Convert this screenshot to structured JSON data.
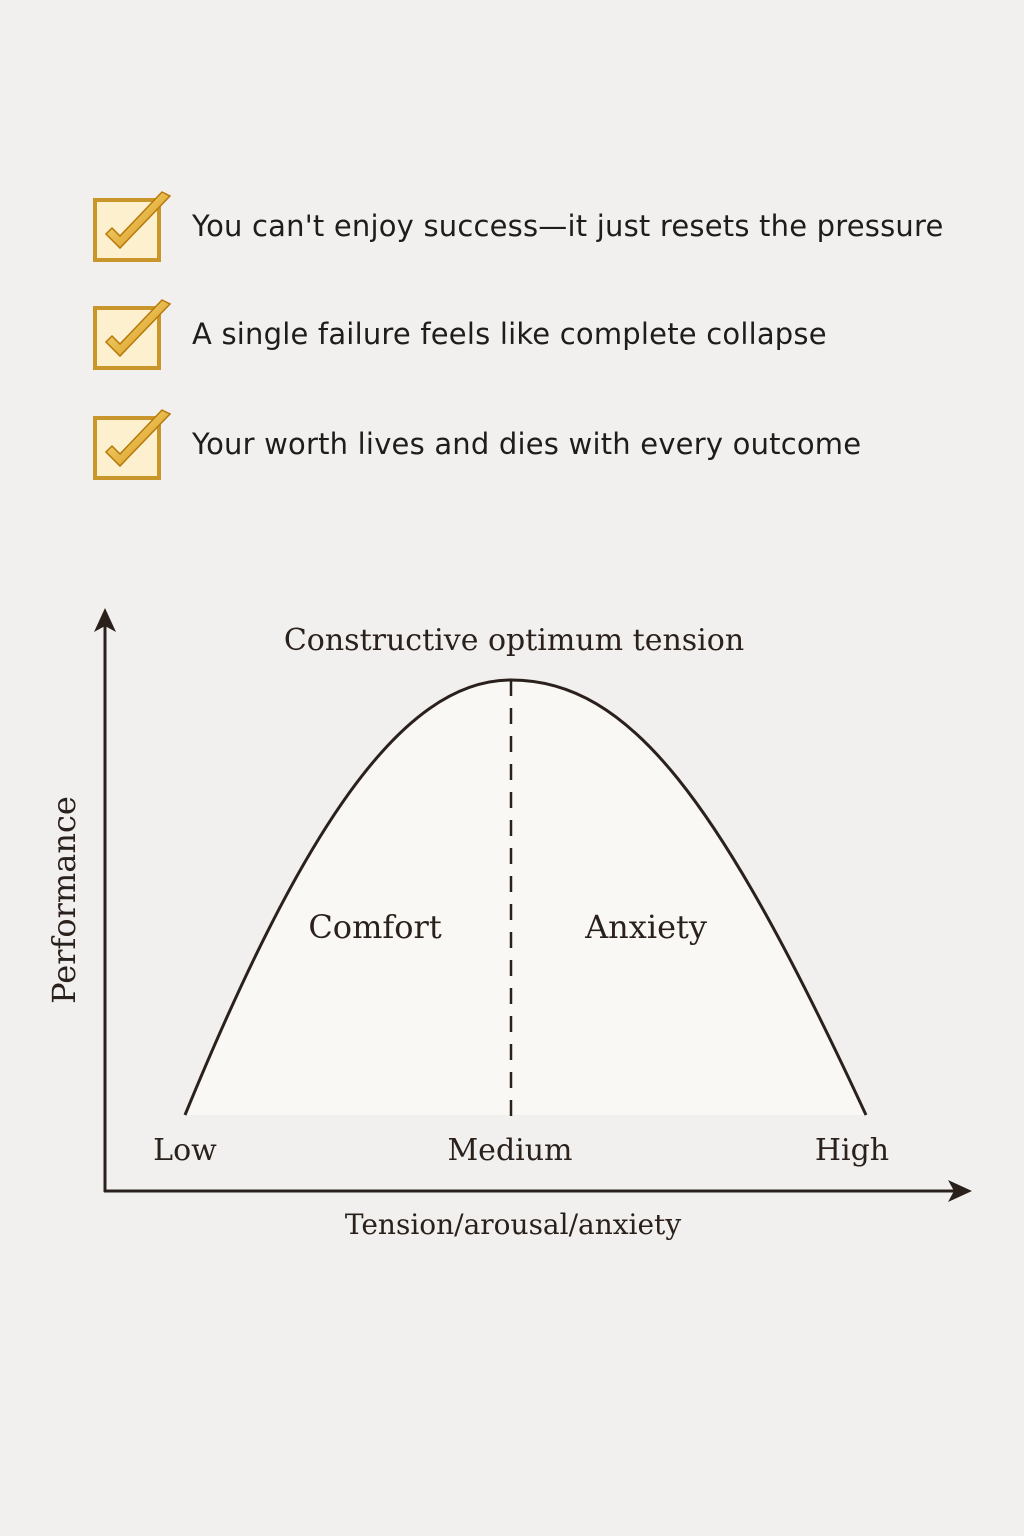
{
  "checklist": [
    {
      "icon": "checkbox-checked-icon",
      "text": "You can't enjoy success—it just resets the pressure"
    },
    {
      "icon": "checkbox-checked-icon",
      "text": "A single failure feels like complete collapse"
    },
    {
      "icon": "checkbox-checked-icon",
      "text": "Your worth lives and dies with every outcome"
    }
  ],
  "diagram": {
    "title": "Constructive optimum tension",
    "ylabel": "Performance",
    "xlabel": "Tension/arousal/anxiety",
    "x_ticks": [
      "Low",
      "Medium",
      "High"
    ],
    "regions": [
      "Comfort",
      "Anxiety"
    ],
    "colors": {
      "ink": "#2b211c",
      "fill": "#faf8f4",
      "check": "#e8b020"
    }
  }
}
